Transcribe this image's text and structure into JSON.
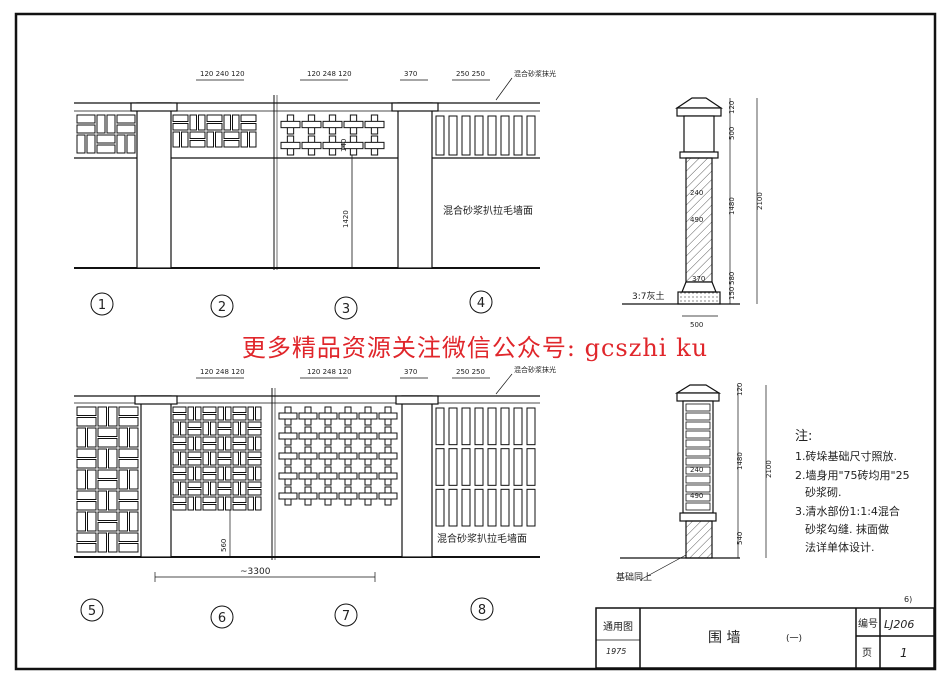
{
  "watermark": "更多精品资源关注微信公众号: gcszhi ku",
  "upper": {
    "labels": {
      "dims_a": "120 240 120",
      "dims_b": "120 248 120",
      "dims_c": "370",
      "dims_d": "250 250",
      "note_top": "混合砂浆抹光",
      "plaster_note": "混合砂浆扒拉毛墙面",
      "height": "1420",
      "small_dim": "140"
    },
    "panel_numbers": [
      "1",
      "2",
      "3",
      "4"
    ]
  },
  "lower": {
    "labels": {
      "dims_a": "120 248 120",
      "dims_b": "120 248 120",
      "dims_c": "370",
      "dims_d": "250 250",
      "note_top": "混合砂浆抹光",
      "plaster_note": "混合砂浆扒拉毛墙面",
      "small_dim": "560",
      "span": "~3300"
    },
    "panel_numbers": [
      "5",
      "6",
      "7",
      "8"
    ]
  },
  "section_top": {
    "dims": [
      "120",
      "500",
      "1480",
      "580",
      "150",
      "2100",
      "240",
      "490",
      "370",
      "500"
    ],
    "base_label": "3:7灰土"
  },
  "section_bottom": {
    "dims": [
      "120",
      "1480",
      "2100",
      "240",
      "490",
      "540"
    ],
    "base_label": "基础同上"
  },
  "notes": {
    "title": "注:",
    "lines": [
      "1.砖垛基础尺寸照放.",
      "2.墙身用\"75砖均用\"25",
      "砂浆砌.",
      "3.清水部份1:1:4混合",
      "砂浆勾缝. 抹面做",
      "法详单体设计."
    ]
  },
  "title_block": {
    "category": "通用图",
    "year": "1975",
    "title": "围 墙",
    "sub": "(一)",
    "number_label": "编号",
    "number": "LJ206",
    "page_label": "页",
    "page": "1"
  },
  "corner_mark": "6)"
}
